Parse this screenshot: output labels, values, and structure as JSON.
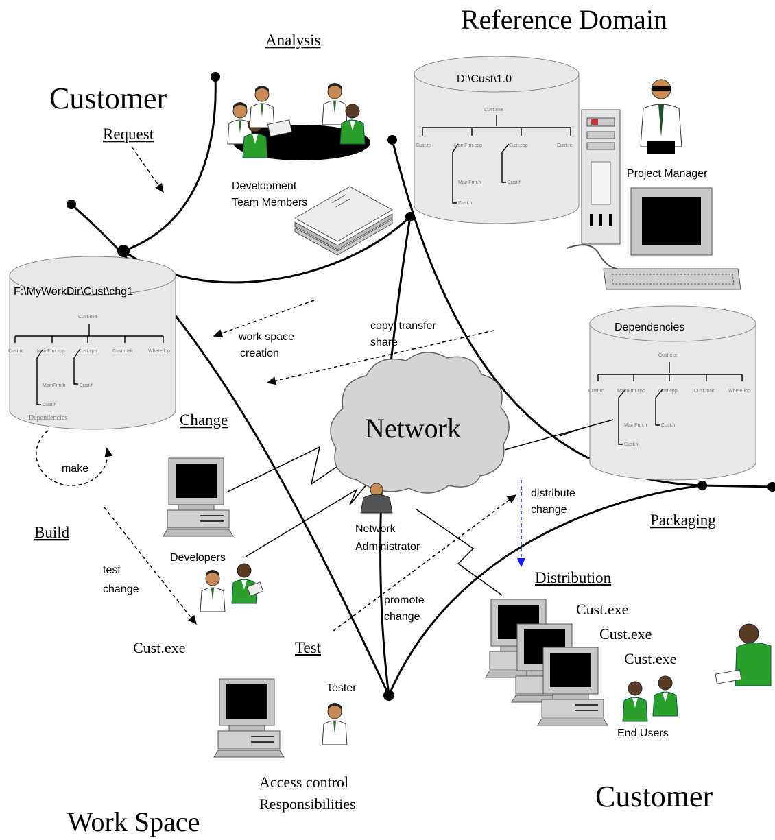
{
  "regions": {
    "customer_top": "Customer",
    "reference_domain": "Reference Domain",
    "work_space": "Work Space",
    "customer_bottom": "Customer",
    "network": "Network"
  },
  "sections": {
    "analysis": "Analysis",
    "request": "Request",
    "change": "Change",
    "build": "Build",
    "test": "Test",
    "packaging": "Packaging",
    "distribution": "Distribution"
  },
  "labels": {
    "development_team_line1": "Development",
    "development_team_line2": "Team Members",
    "project_manager": "Project Manager",
    "workspace_creation_line1": "work space",
    "workspace_creation_line2": "creation",
    "copy_transfer_line1": "copy, transfer",
    "copy_transfer_line2": "share",
    "make": "make",
    "developers": "Developers",
    "network_admin_line1": "Network",
    "network_admin_line2": "Administrator",
    "distribute_change_line1": "distribute",
    "distribute_change_line2": "change",
    "test_change_line1": "test",
    "test_change_line2": "change",
    "promote_change_line1": "promote",
    "promote_change_line2": "change",
    "tester": "Tester",
    "access_control_line1": "Access control",
    "access_control_line2": "Responsibilities",
    "end_users": "End Users"
  },
  "repositories": {
    "reference": {
      "path": "D:\\Cust\\1.0",
      "root": "Cust.exe",
      "children": [
        "Cust.rc",
        "MainFrm.cpp",
        "Cust.cpp",
        "Cust.rc"
      ],
      "sub": [
        "MainFrm.h",
        "Cust.h",
        "Cust.h"
      ]
    },
    "workspace": {
      "path": "F:\\MyWorkDir\\Cust\\chg1",
      "root": "Cust.exe",
      "children": [
        "Cust.rc",
        "MainFrm.cpp",
        "Cust.cpp",
        "Cust.mak",
        "Where.lop"
      ],
      "sub": [
        "MainFrm.h",
        "Cust.h",
        "Cust.h"
      ],
      "footer": "Dependencies"
    },
    "dependencies": {
      "title": "Dependencies",
      "root": "Cust.exe",
      "children": [
        "Cust.rc",
        "MainFrm.cpp",
        "Cust.cpp",
        "Cust.mak",
        "Where.lop"
      ],
      "sub": [
        "MainFrm.h",
        "Cust.h",
        "Cust.h"
      ]
    }
  },
  "executables": {
    "workspace": "Cust.exe",
    "customer": [
      "Cust.exe",
      "Cust.exe",
      "Cust.exe"
    ]
  },
  "colors": {
    "line": "#000000",
    "cylinder_fill": "#e8e8e8",
    "cloud_fill": "#d4d4d4",
    "distribute_arrow": "#1a1aff",
    "shirt_green": "#2aa02a"
  }
}
